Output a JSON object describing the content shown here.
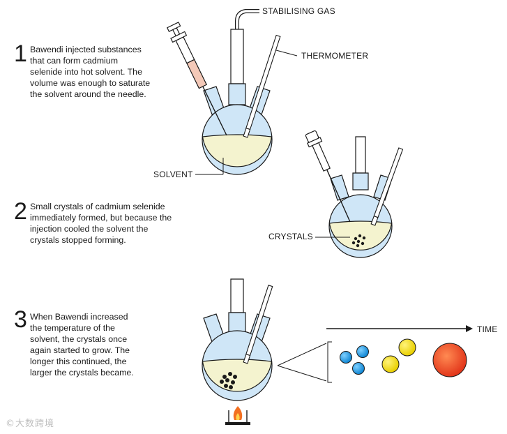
{
  "steps": [
    {
      "number": "1",
      "text": "Bawendi injected substances\nthat can form cadmium\nselenide into hot solvent. The\nvolume was enough to saturate\nthe solvent around the needle."
    },
    {
      "number": "2",
      "text": "Small crystals of cadmium selenide\nimmediately formed, but because the\ninjection cooled the solvent the\ncrystals stopped forming."
    },
    {
      "number": "3",
      "text": "When Bawendi increased\nthe temperature of the\nsolvent, the crystals once\nagain started to grow. The\nlonger this continued, the\nlarger the crystals became."
    }
  ],
  "callouts": {
    "stabilising_gas": "STABILISING GAS",
    "thermometer": "THERMOMETER",
    "solvent": "SOLVENT",
    "crystals": "CRYSTALS",
    "time": "TIME"
  },
  "watermark": "©大数跨境",
  "colors": {
    "glass": "#cfe6f7",
    "glass_outline": "#1a1a1a",
    "solvent": "#f4f3cf",
    "syringe_fill": "#f4c9b8",
    "crystal_small": "#2a9be0",
    "crystal_medium": "#f2e017",
    "crystal_large": "#f04e23",
    "flame": "#f37021"
  }
}
